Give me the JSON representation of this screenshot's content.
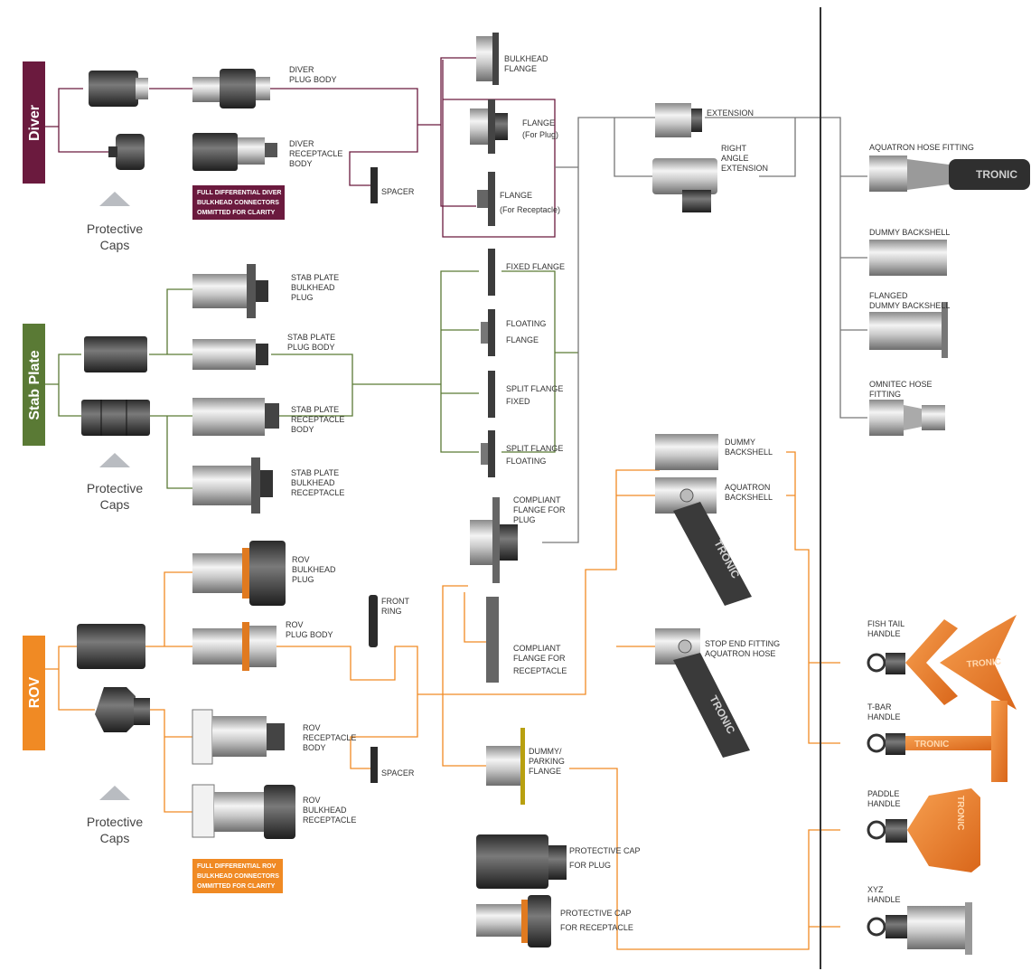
{
  "colors": {
    "diver": "#6b1a3e",
    "stab_plate": "#5a7a35",
    "rov": "#f08a24",
    "divider": "#333333"
  },
  "sections": {
    "diver": "Diver",
    "stab_plate": "Stab Plate",
    "rov": "ROV"
  },
  "protective_caps": [
    "Protective",
    "Caps"
  ],
  "notes": {
    "diver": [
      "FULL DIFFERENTIAL DIVER",
      "BULKHEAD CONNECTORS",
      "OMMITTED FOR CLARITY"
    ],
    "rov": [
      "FULL DIFFERENTIAL ROV",
      "BULKHEAD CONNECTORS",
      "OMMITTED FOR CLARITY"
    ]
  },
  "labels": {
    "diver_plug_body": [
      "DIVER",
      "PLUG BODY"
    ],
    "diver_receptacle_body": [
      "DIVER",
      "RECEPTACLE",
      "BODY"
    ],
    "spacer": [
      "SPACER"
    ],
    "bulkhead_flange": [
      "BULKHEAD",
      "FLANGE"
    ],
    "flange_plug": [
      "FLANGE",
      "(For Plug)"
    ],
    "flange_receptacle": [
      "FLANGE",
      "(For Receptacle)"
    ],
    "extension": [
      "EXTENSION"
    ],
    "right_angle_extension": [
      "RIGHT",
      "ANGLE",
      "EXTENSION"
    ],
    "aquatron_hose_fitting": [
      "AQUATRON HOSE FITTING"
    ],
    "dummy_backshell_right": [
      "DUMMY BACKSHELL"
    ],
    "flanged_dummy_backshell": [
      "FLANGED",
      "DUMMY BACKSHELL"
    ],
    "omnitec_hose_fitting": [
      "OMNITEC HOSE",
      "FITTING"
    ],
    "stab_bulkhead_plug": [
      "STAB PLATE",
      "BULKHEAD",
      "PLUG"
    ],
    "stab_plug_body": [
      "STAB PLATE",
      "PLUG BODY"
    ],
    "stab_receptacle_body": [
      "STAB PLATE",
      "RECEPTACLE",
      "BODY"
    ],
    "stab_bulkhead_receptacle": [
      "STAB PLATE",
      "BULKHEAD",
      "RECEPTACLE"
    ],
    "fixed_flange": [
      "FIXED FLANGE"
    ],
    "floating_flange": [
      "FLOATING",
      "FLANGE"
    ],
    "split_flange_fixed": [
      "SPLIT FLANGE",
      "FIXED"
    ],
    "split_flange_floating": [
      "SPLIT FLANGE",
      "FLOATING"
    ],
    "compliant_flange_plug": [
      "COMPLIANT",
      "FLANGE FOR",
      "PLUG"
    ],
    "compliant_flange_receptacle": [
      "COMPLIANT",
      "FLANGE FOR",
      "RECEPTACLE"
    ],
    "dummy_backshell_mid": [
      "DUMMY",
      "BACKSHELL"
    ],
    "aquatron_backshell": [
      "AQUATRON",
      "BACKSHELL"
    ],
    "stop_end_fitting": [
      "STOP END FITTING",
      "AQUATRON HOSE"
    ],
    "rov_bulkhead_plug": [
      "ROV",
      "BULKHEAD",
      "PLUG"
    ],
    "rov_plug_body": [
      "ROV",
      "PLUG BODY"
    ],
    "front_ring": [
      "FRONT",
      "RING"
    ],
    "rov_receptacle_body": [
      "ROV",
      "RECEPTACLE",
      "BODY"
    ],
    "rov_bulkhead_receptacle": [
      "ROV",
      "BULKHEAD",
      "RECEPTACLE"
    ],
    "dummy_parking_flange": [
      "DUMMY/",
      "PARKING",
      "FLANGE"
    ],
    "protective_cap_plug": [
      "PROTECTIVE CAP",
      "FOR PLUG"
    ],
    "protective_cap_receptacle": [
      "PROTECTIVE CAP",
      "FOR RECEPTACLE"
    ],
    "fish_tail_handle": [
      "FISH TAIL",
      "HANDLE"
    ],
    "t_bar_handle": [
      "T-BAR",
      "HANDLE"
    ],
    "paddle_handle": [
      "PADDLE",
      "HANDLE"
    ],
    "xyz_handle": [
      "XYZ",
      "HANDLE"
    ]
  },
  "brand_marks": [
    "TRONIC"
  ]
}
